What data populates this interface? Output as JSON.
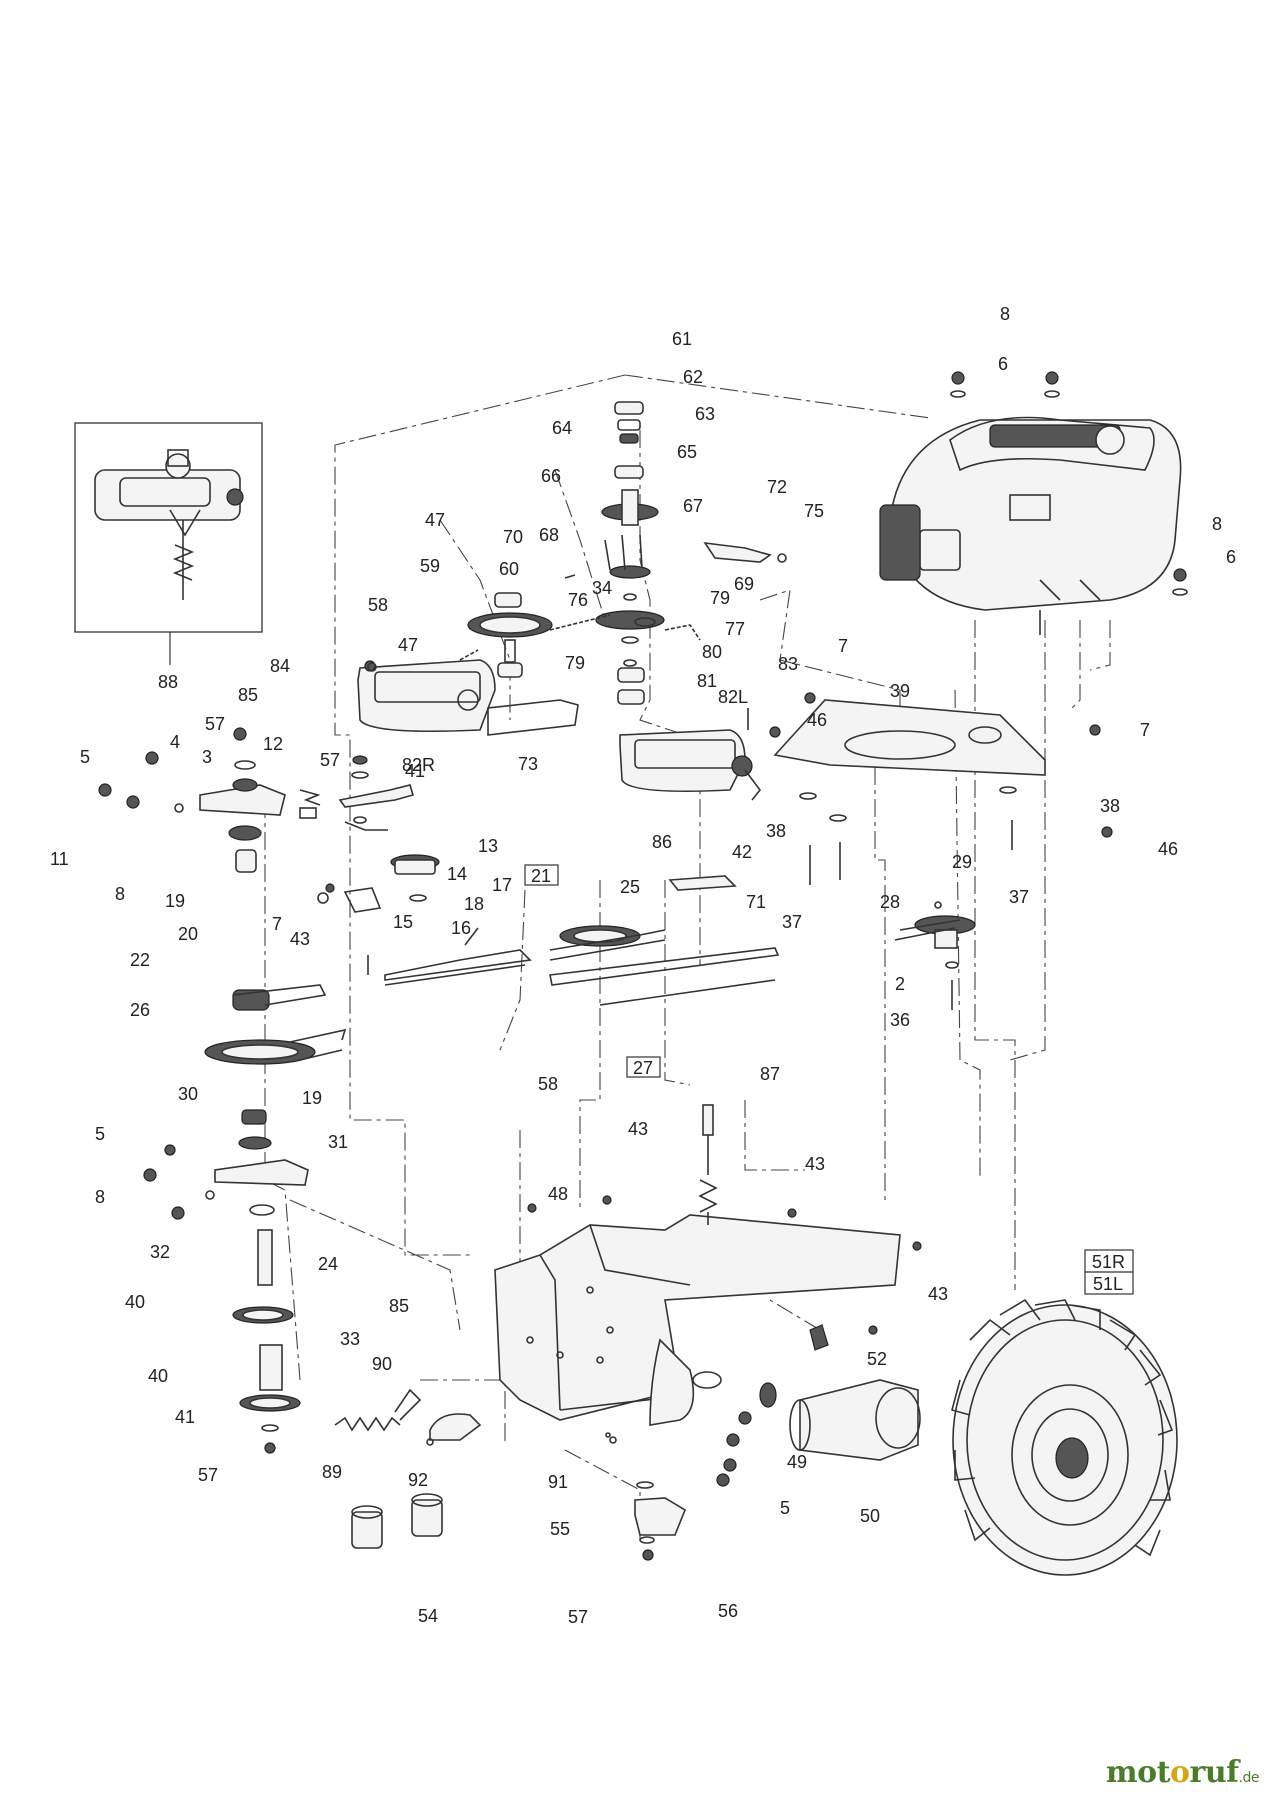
{
  "labels": [
    {
      "id": "p61",
      "text": "61"
    },
    {
      "id": "p62",
      "text": "62"
    },
    {
      "id": "p63",
      "text": "63"
    },
    {
      "id": "p64",
      "text": "64"
    },
    {
      "id": "p65",
      "text": "65"
    },
    {
      "id": "p66",
      "text": "66"
    },
    {
      "id": "p67",
      "text": "67"
    },
    {
      "id": "p72",
      "text": "72"
    },
    {
      "id": "p75",
      "text": "75"
    },
    {
      "id": "p47a",
      "text": "47"
    },
    {
      "id": "p70",
      "text": "70"
    },
    {
      "id": "p68",
      "text": "68"
    },
    {
      "id": "p59",
      "text": "59"
    },
    {
      "id": "p60",
      "text": "60"
    },
    {
      "id": "p34",
      "text": "34"
    },
    {
      "id": "p69",
      "text": "69"
    },
    {
      "id": "p76",
      "text": "76"
    },
    {
      "id": "p79a",
      "text": "79"
    },
    {
      "id": "p77",
      "text": "77"
    },
    {
      "id": "p47b",
      "text": "47"
    },
    {
      "id": "p79b",
      "text": "79"
    },
    {
      "id": "p80",
      "text": "80"
    },
    {
      "id": "p81",
      "text": "81"
    },
    {
      "id": "p58a",
      "text": "58"
    },
    {
      "id": "p84",
      "text": "84"
    },
    {
      "id": "p85a",
      "text": "85"
    },
    {
      "id": "p82R",
      "text": "82R"
    },
    {
      "id": "p82L",
      "text": "82L"
    },
    {
      "id": "p83",
      "text": "83"
    },
    {
      "id": "p73",
      "text": "73"
    },
    {
      "id": "p88",
      "text": "88"
    },
    {
      "id": "p8a",
      "text": "8"
    },
    {
      "id": "p6a",
      "text": "6"
    },
    {
      "id": "p8b",
      "text": "8"
    },
    {
      "id": "p6b",
      "text": "6"
    },
    {
      "id": "p7a",
      "text": "7"
    },
    {
      "id": "p39",
      "text": "39"
    },
    {
      "id": "p46a",
      "text": "46"
    },
    {
      "id": "p7b",
      "text": "7"
    },
    {
      "id": "p38a",
      "text": "38"
    },
    {
      "id": "p38b",
      "text": "38"
    },
    {
      "id": "p46b",
      "text": "46"
    },
    {
      "id": "p86",
      "text": "86"
    },
    {
      "id": "p42",
      "text": "42"
    },
    {
      "id": "p37a",
      "text": "37"
    },
    {
      "id": "p37b",
      "text": "37"
    },
    {
      "id": "p71",
      "text": "71"
    },
    {
      "id": "p29",
      "text": "29"
    },
    {
      "id": "p28",
      "text": "28"
    },
    {
      "id": "p2",
      "text": "2"
    },
    {
      "id": "p36",
      "text": "36"
    },
    {
      "id": "p5a",
      "text": "5"
    },
    {
      "id": "p4",
      "text": "4"
    },
    {
      "id": "p57a",
      "text": "57"
    },
    {
      "id": "p3",
      "text": "3"
    },
    {
      "id": "p12",
      "text": "12"
    },
    {
      "id": "p57b",
      "text": "57"
    },
    {
      "id": "p41a",
      "text": "41"
    },
    {
      "id": "p13",
      "text": "13"
    },
    {
      "id": "p14",
      "text": "14"
    },
    {
      "id": "p11",
      "text": "11"
    },
    {
      "id": "p8c",
      "text": "8"
    },
    {
      "id": "p19a",
      "text": "19"
    },
    {
      "id": "p17",
      "text": "17"
    },
    {
      "id": "p18",
      "text": "18"
    },
    {
      "id": "p15",
      "text": "15"
    },
    {
      "id": "p7c",
      "text": "7"
    },
    {
      "id": "p43a",
      "text": "43"
    },
    {
      "id": "p20",
      "text": "20"
    },
    {
      "id": "p16",
      "text": "16"
    },
    {
      "id": "p25",
      "text": "25"
    },
    {
      "id": "p22",
      "text": "22"
    },
    {
      "id": "p26",
      "text": "26"
    },
    {
      "id": "p30",
      "text": "30"
    },
    {
      "id": "p19b",
      "text": "19"
    },
    {
      "id": "p5b",
      "text": "5"
    },
    {
      "id": "p31",
      "text": "31"
    },
    {
      "id": "p8d",
      "text": "8"
    },
    {
      "id": "p32",
      "text": "32"
    },
    {
      "id": "p24",
      "text": "24"
    },
    {
      "id": "p40a",
      "text": "40"
    },
    {
      "id": "p33",
      "text": "33"
    },
    {
      "id": "p40b",
      "text": "40"
    },
    {
      "id": "p41b",
      "text": "41"
    },
    {
      "id": "p57c",
      "text": "57"
    },
    {
      "id": "p58b",
      "text": "58"
    },
    {
      "id": "p43b",
      "text": "43"
    },
    {
      "id": "p87",
      "text": "87"
    },
    {
      "id": "p43c",
      "text": "43"
    },
    {
      "id": "p48",
      "text": "48"
    },
    {
      "id": "p43d",
      "text": "43"
    },
    {
      "id": "p85b",
      "text": "85"
    },
    {
      "id": "p90",
      "text": "90"
    },
    {
      "id": "p52",
      "text": "52"
    },
    {
      "id": "p89",
      "text": "89"
    },
    {
      "id": "p92",
      "text": "92"
    },
    {
      "id": "p91",
      "text": "91"
    },
    {
      "id": "p49",
      "text": "49"
    },
    {
      "id": "p5c",
      "text": "5"
    },
    {
      "id": "p50",
      "text": "50"
    },
    {
      "id": "p55",
      "text": "55"
    },
    {
      "id": "p54",
      "text": "54"
    },
    {
      "id": "p57d",
      "text": "57"
    },
    {
      "id": "p56",
      "text": "56"
    }
  ],
  "boxed_labels": [
    {
      "id": "b21",
      "text": "21"
    },
    {
      "id": "b27",
      "text": "27"
    },
    {
      "id": "b51R",
      "text": "51R"
    },
    {
      "id": "b51L",
      "text": "51L"
    }
  ],
  "logo": {
    "part1": "mot",
    "part2": "o",
    "part3": "ruf",
    "tld": ".de"
  }
}
